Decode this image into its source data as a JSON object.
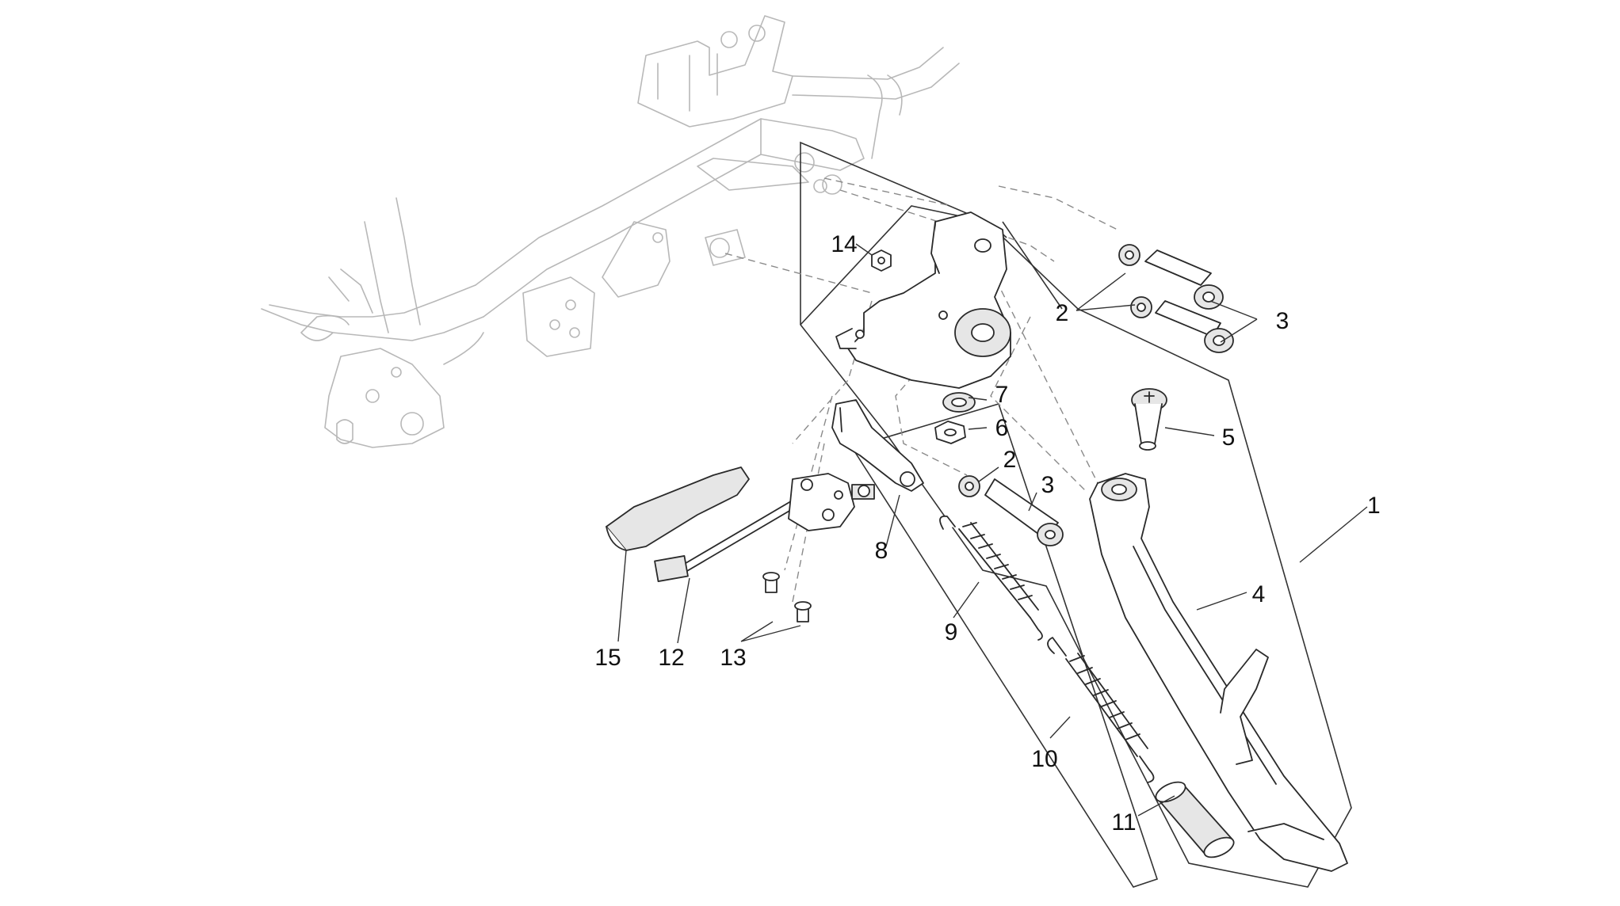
{
  "callouts": [
    {
      "id": "label-1",
      "text": "1"
    },
    {
      "id": "label-2a",
      "text": "2"
    },
    {
      "id": "label-3a",
      "text": "3"
    },
    {
      "id": "label-2b",
      "text": "2"
    },
    {
      "id": "label-3b",
      "text": "3"
    },
    {
      "id": "label-4",
      "text": "4"
    },
    {
      "id": "label-5",
      "text": "5"
    },
    {
      "id": "label-6",
      "text": "6"
    },
    {
      "id": "label-7",
      "text": "7"
    },
    {
      "id": "label-8",
      "text": "8"
    },
    {
      "id": "label-9",
      "text": "9"
    },
    {
      "id": "label-10",
      "text": "10"
    },
    {
      "id": "label-11",
      "text": "11"
    },
    {
      "id": "label-12",
      "text": "12"
    },
    {
      "id": "label-13",
      "text": "13"
    },
    {
      "id": "label-14",
      "text": "14"
    },
    {
      "id": "label-15",
      "text": "15"
    }
  ]
}
